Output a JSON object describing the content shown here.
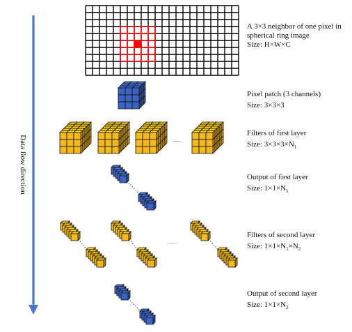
{
  "flow_label": "Data flow direction",
  "colors": {
    "arrow": "#4a78c2",
    "blue_cube": "#3d64c4",
    "yellow_cube": "#f4b820",
    "grid_line": "#000000",
    "highlight_line": "#ff0000",
    "highlight_center": "#ff0000",
    "dots": "#4a78c2"
  },
  "rows": [
    {
      "key": "input",
      "label_lines": [
        "A 3×3 neighbor of one pixel in",
        "spherical ring image"
      ],
      "size_prefix": "Size: H×W×C",
      "size_sub1": "",
      "size_mid": "",
      "size_sub2": ""
    },
    {
      "key": "patch",
      "label_lines": [
        "Pixel patch (3 channels)"
      ],
      "size_prefix": "Size: 3×3×3",
      "size_sub1": "",
      "size_mid": "",
      "size_sub2": ""
    },
    {
      "key": "filters1",
      "label_lines": [
        "Filters of first layer"
      ],
      "size_prefix": "Size: 3×3×3×N",
      "size_sub1": "1",
      "size_mid": "",
      "size_sub2": ""
    },
    {
      "key": "output1",
      "label_lines": [
        "Output of first layer"
      ],
      "size_prefix": "Size: 1×1×N",
      "size_sub1": "1",
      "size_mid": "",
      "size_sub2": ""
    },
    {
      "key": "filters2",
      "label_lines": [
        "Filters of second layer"
      ],
      "size_prefix": "Size: 1×1×N",
      "size_sub1": "1",
      "size_mid": "×N",
      "size_sub2": "2"
    },
    {
      "key": "output2",
      "label_lines": [
        "Output of second layer"
      ],
      "size_prefix": "Size: 1×1×N",
      "size_sub1": "2",
      "size_mid": "",
      "size_sub2": ""
    }
  ],
  "ellipsis_marks": [
    "......",
    "......"
  ]
}
